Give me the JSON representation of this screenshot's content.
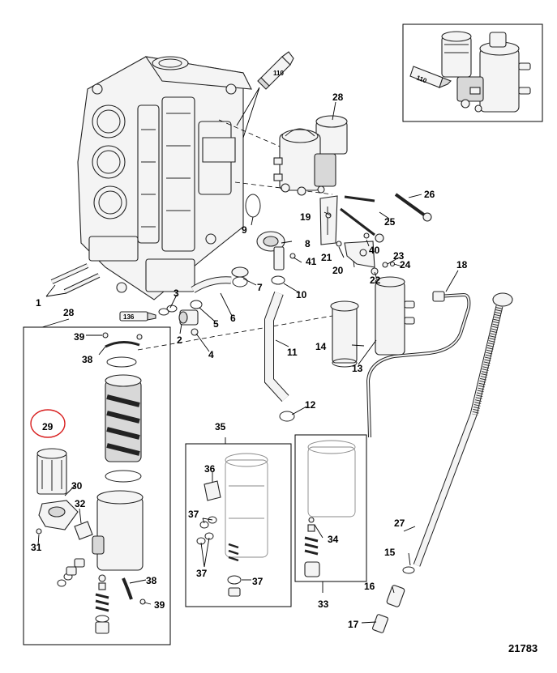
{
  "diagram_number": "21783",
  "highlighted_callout": "29",
  "tube_labels": [
    "110",
    "110",
    "136"
  ],
  "callouts": [
    "1",
    "2",
    "3",
    "4",
    "5",
    "6",
    "7",
    "8",
    "9",
    "10",
    "11",
    "12",
    "13",
    "14",
    "15",
    "16",
    "17",
    "18",
    "19",
    "20",
    "21",
    "22",
    "23",
    "24",
    "25",
    "26",
    "27",
    "28",
    "28",
    "29",
    "30",
    "31",
    "32",
    "33",
    "34",
    "35",
    "36",
    "37",
    "37",
    "37",
    "38",
    "38",
    "39",
    "39",
    "40",
    "41"
  ]
}
